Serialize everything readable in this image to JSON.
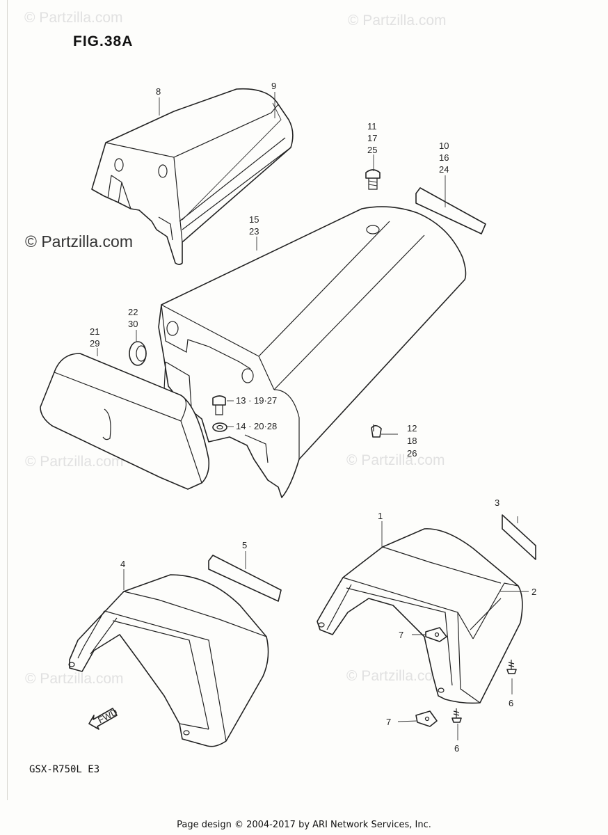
{
  "figure_title": "FIG.38A",
  "model_label": "GSX-R750L  E3",
  "footer": "Page design © 2004-2017 by ARI Network Services, Inc.",
  "watermarks": {
    "light": "© Partzilla.com",
    "dark": "© Partzilla.com"
  },
  "callouts": {
    "c8": "8",
    "c9": "9",
    "c11": "11",
    "c17": "17",
    "c25": "25",
    "c10": "10",
    "c16": "16",
    "c24": "24",
    "c15": "15",
    "c23": "23",
    "c22": "22",
    "c30": "30",
    "c21": "21",
    "c29": "29",
    "c13": "13 · 19·27",
    "c14": "14 · 20·28",
    "c12": "12",
    "c18": "18",
    "c26": "26",
    "c3": "3",
    "c1": "1",
    "c2": "2",
    "c5": "5",
    "c4": "4",
    "c7a": "7",
    "c7b": "7",
    "c6a": "6",
    "c6b": "6"
  },
  "fwd_label": "FWD",
  "colors": {
    "ink": "#222222",
    "paper": "#fdfdfb",
    "watermark": "#e1e1e1"
  }
}
